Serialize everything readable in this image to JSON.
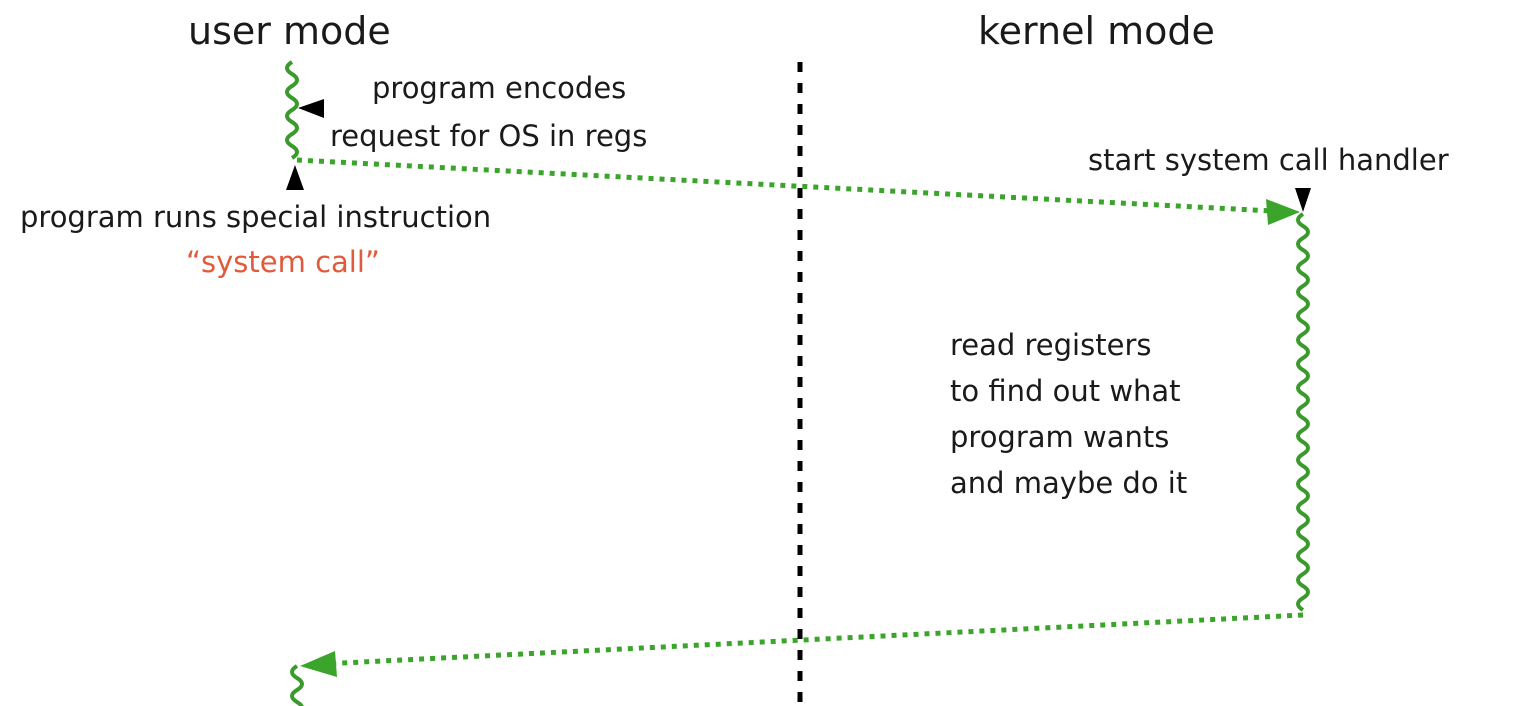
{
  "columns": {
    "user": "user mode",
    "kernel": "kernel mode"
  },
  "annotations": {
    "encode_line1": "program encodes",
    "encode_line2": "request for OS in regs",
    "special_instruction": "program runs special instruction",
    "syscall": "“system call”",
    "handler_start": "start system call handler",
    "handler_work": [
      "read registers",
      "to find out what",
      "program wants",
      "and maybe do it"
    ]
  },
  "colors": {
    "thread": "#3a9a2c",
    "arrow": "#3aa52a",
    "divider": "#000000",
    "syscall_text": "#e25a3c",
    "marker": "#000000"
  }
}
